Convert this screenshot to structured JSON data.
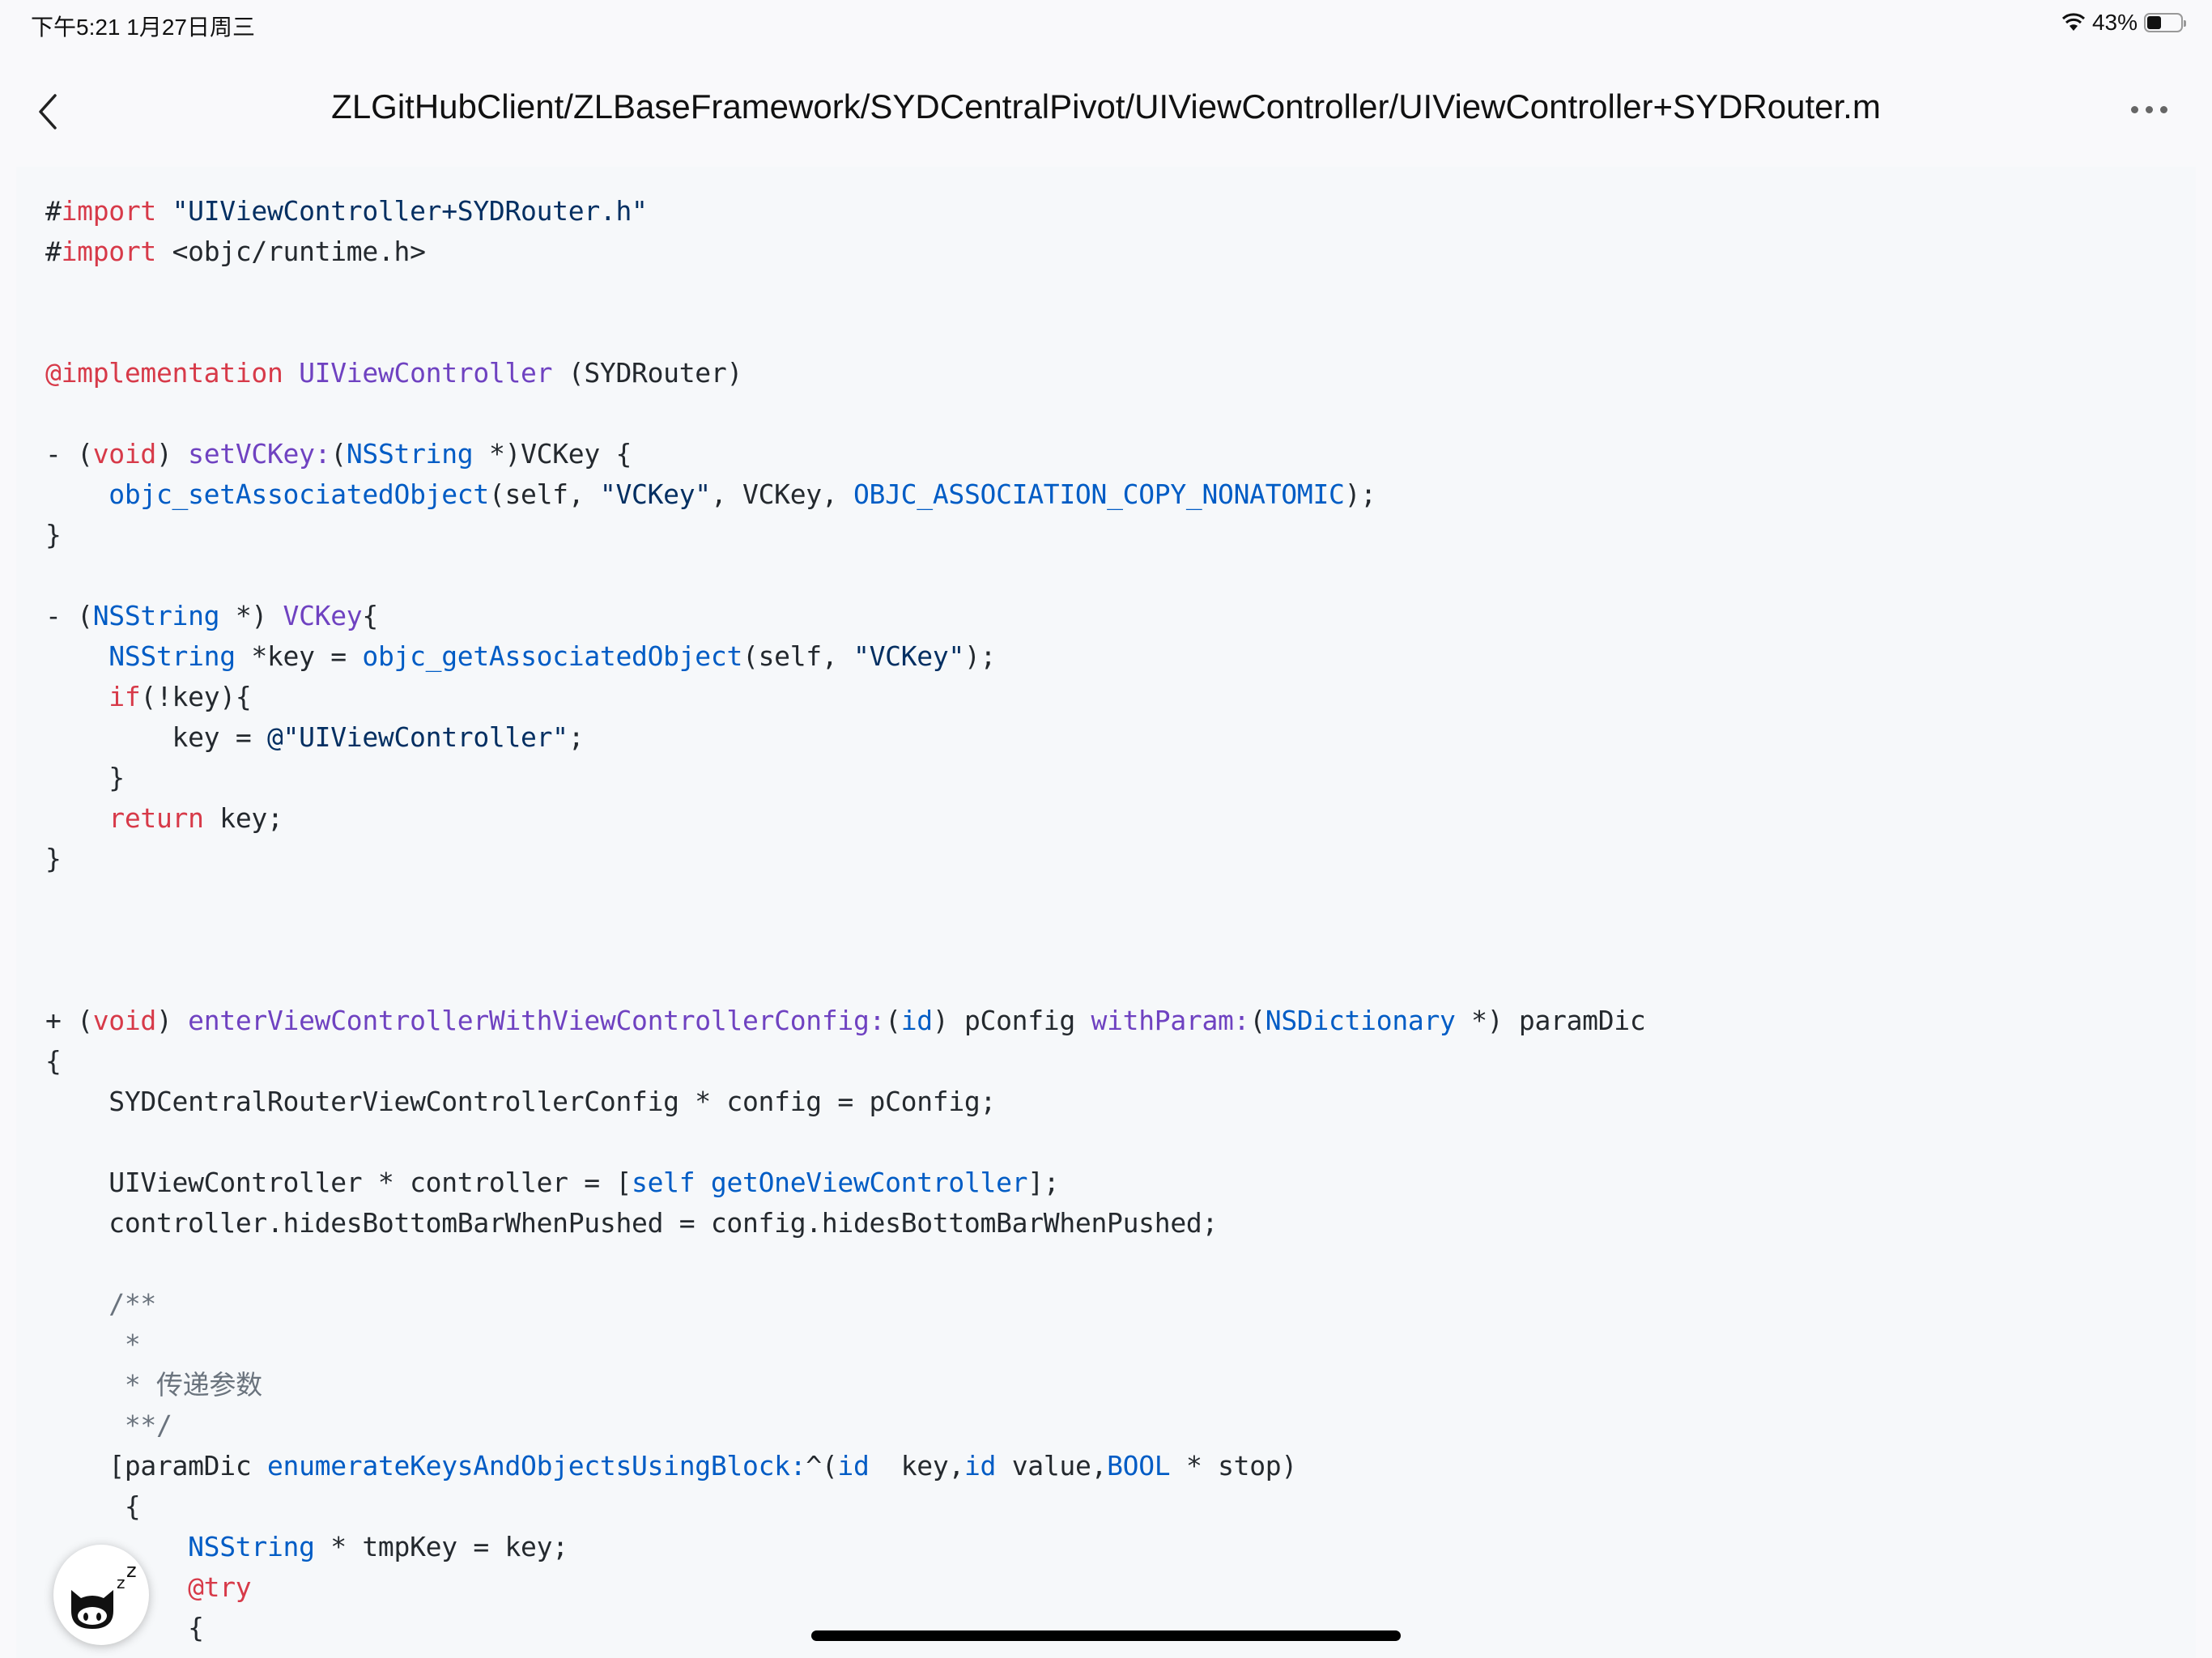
{
  "status_bar": {
    "time_date": "下午5:21  1月27日周三",
    "battery": "43%",
    "battery_level": 0.43
  },
  "nav": {
    "title": "ZLGitHubClient/ZLBaseFramework/SYDCentralPivot/UIViewController/UIViewController+SYDRouter.m",
    "back_icon": "chevron-left-icon",
    "more_icon": "ellipsis-icon"
  },
  "colors": {
    "keyword": "#d73a49",
    "function": "#6f42c1",
    "type": "#005cc5",
    "string": "#032f62",
    "comment": "#6a737d",
    "text": "#24292e",
    "code_bg": "#f6f8fa"
  },
  "code_lines": [
    [
      [
        "p",
        "#"
      ],
      [
        "k",
        "import"
      ],
      [
        "p",
        " "
      ],
      [
        "s",
        "\"UIViewController+SYDRouter.h\""
      ]
    ],
    [
      [
        "p",
        "#"
      ],
      [
        "k",
        "import"
      ],
      [
        "p",
        " <objc/runtime.h>"
      ]
    ],
    [],
    [],
    [
      [
        "k",
        "@implementation"
      ],
      [
        "p",
        " "
      ],
      [
        "f",
        "UIViewController"
      ],
      [
        "p",
        " (SYDRouter)"
      ]
    ],
    [],
    [
      [
        "p",
        "- ("
      ],
      [
        "k",
        "void"
      ],
      [
        "p",
        ") "
      ],
      [
        "f",
        "setVCKey:"
      ],
      [
        "p",
        "("
      ],
      [
        "t",
        "NSString"
      ],
      [
        "p",
        " *)VCKey {"
      ]
    ],
    [
      [
        "p",
        "    "
      ],
      [
        "t",
        "objc_setAssociatedObject"
      ],
      [
        "p",
        "(self, "
      ],
      [
        "s",
        "\"VCKey\""
      ],
      [
        "p",
        ", VCKey, "
      ],
      [
        "t",
        "OBJC_ASSOCIATION_COPY_NONATOMIC"
      ],
      [
        "p",
        ");"
      ]
    ],
    [
      [
        "p",
        "}"
      ]
    ],
    [],
    [
      [
        "p",
        "- ("
      ],
      [
        "t",
        "NSString"
      ],
      [
        "p",
        " *) "
      ],
      [
        "f",
        "VCKey"
      ],
      [
        "p",
        "{"
      ]
    ],
    [
      [
        "p",
        "    "
      ],
      [
        "t",
        "NSString"
      ],
      [
        "p",
        " *key = "
      ],
      [
        "t",
        "objc_getAssociatedObject"
      ],
      [
        "p",
        "(self, "
      ],
      [
        "s",
        "\"VCKey\""
      ],
      [
        "p",
        ");"
      ]
    ],
    [
      [
        "p",
        "    "
      ],
      [
        "k",
        "if"
      ],
      [
        "p",
        "(!key){"
      ]
    ],
    [
      [
        "p",
        "        key = "
      ],
      [
        "s",
        "@\"UIViewController\""
      ],
      [
        "p",
        ";"
      ]
    ],
    [
      [
        "p",
        "    }"
      ]
    ],
    [
      [
        "p",
        "    "
      ],
      [
        "k",
        "return"
      ],
      [
        "p",
        " key;"
      ]
    ],
    [
      [
        "p",
        "}"
      ]
    ],
    [],
    [],
    [],
    [
      [
        "p",
        "+ ("
      ],
      [
        "k",
        "void"
      ],
      [
        "p",
        ") "
      ],
      [
        "f",
        "enterViewControllerWithViewControllerConfig:"
      ],
      [
        "p",
        "("
      ],
      [
        "t",
        "id"
      ],
      [
        "p",
        ") pConfig "
      ],
      [
        "f",
        "withParam:"
      ],
      [
        "p",
        "("
      ],
      [
        "t",
        "NSDictionary"
      ],
      [
        "p",
        " *) paramDic"
      ]
    ],
    [
      [
        "p",
        "{"
      ]
    ],
    [
      [
        "p",
        "    SYDCentralRouterViewControllerConfig * config = pConfig;"
      ]
    ],
    [],
    [
      [
        "p",
        "    UIViewController * controller = ["
      ],
      [
        "t",
        "self"
      ],
      [
        "p",
        " "
      ],
      [
        "t",
        "getOneViewController"
      ],
      [
        "p",
        "];"
      ]
    ],
    [
      [
        "p",
        "    controller.hidesBottomBarWhenPushed = config.hidesBottomBarWhenPushed;"
      ]
    ],
    [],
    [
      [
        "c",
        "    /**"
      ]
    ],
    [
      [
        "c",
        "     *"
      ]
    ],
    [
      [
        "c",
        "     * 传递参数"
      ]
    ],
    [
      [
        "c",
        "     **/"
      ]
    ],
    [
      [
        "p",
        "    [paramDic "
      ],
      [
        "t",
        "enumerateKeysAndObjectsUsingBlock:"
      ],
      [
        "p",
        "^("
      ],
      [
        "t",
        "id"
      ],
      [
        "p",
        "  key,"
      ],
      [
        "t",
        "id"
      ],
      [
        "p",
        " value,"
      ],
      [
        "t",
        "BOOL"
      ],
      [
        "p",
        " * stop)"
      ]
    ],
    [
      [
        "p",
        "     {"
      ]
    ],
    [
      [
        "p",
        "         "
      ],
      [
        "t",
        "NSString"
      ],
      [
        "p",
        " * tmpKey = key;"
      ]
    ],
    [
      [
        "p",
        "         "
      ],
      [
        "k",
        "@try"
      ]
    ],
    [
      [
        "p",
        "         {"
      ]
    ]
  ]
}
